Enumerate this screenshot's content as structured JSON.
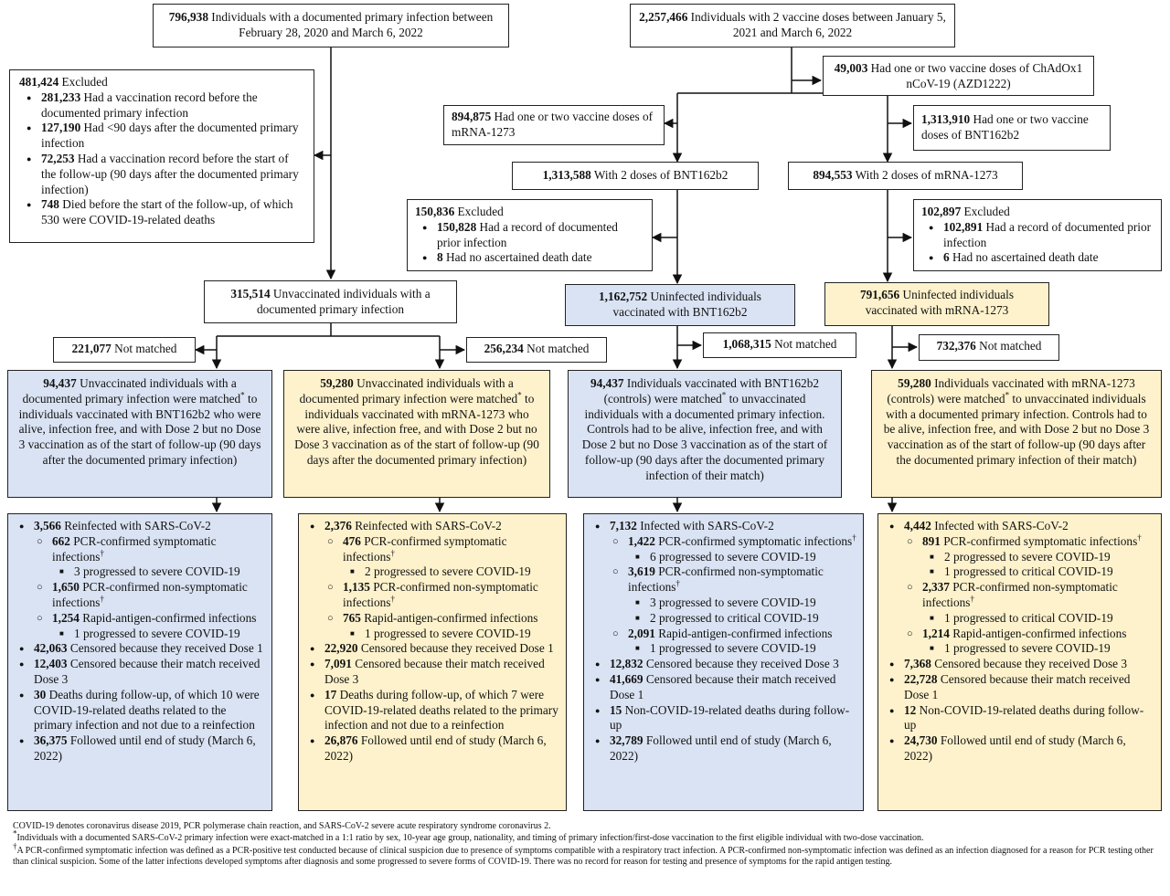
{
  "top_left": {
    "num": "796,938",
    "text": " Individuals with a documented primary infection between February 28, 2020 and March 6, 2022"
  },
  "top_right": {
    "num": "2,257,466",
    "text": " Individuals with 2 vaccine doses between January 5, 2021 and March 6, 2022"
  },
  "chadox": {
    "num": "49,003",
    "text": " Had one or two vaccine doses of ChAdOx1 nCoV-19 (AZD1222)"
  },
  "excluded_left": {
    "num": "481,424",
    "title": " Excluded",
    "items": [
      {
        "num": "281,233",
        "text": " Had a vaccination record before the documented primary infection"
      },
      {
        "num": "127,190",
        "text": " Had <90 days after the documented primary infection"
      },
      {
        "num": "72,253",
        "text": " Had a vaccination record before the start of the follow-up (90 days after the documented primary infection)"
      },
      {
        "num": "748",
        "text": " Died before the start of the follow-up, of which 530 were COVID-19-related deaths"
      }
    ]
  },
  "mrna_any": {
    "num": "894,875",
    "text": " Had one or two vaccine doses of mRNA-1273"
  },
  "bnt_any": {
    "num": "1,313,910",
    "text": " Had one or two vaccine doses of BNT162b2"
  },
  "bnt_two": {
    "num": "1,313,588",
    "text": " With 2 doses of BNT162b2"
  },
  "mrna_two": {
    "num": "894,553",
    "text": " With 2 doses of mRNA-1273"
  },
  "excl_bnt": {
    "num": "150,836",
    "title": " Excluded",
    "items": [
      {
        "num": "150,828",
        "text": " Had a record of documented prior infection"
      },
      {
        "num": "8",
        "text": " Had no ascertained death date"
      }
    ]
  },
  "excl_mrna": {
    "num": "102,897",
    "title": " Excluded",
    "items": [
      {
        "num": "102,891",
        "text": " Had a record of documented prior infection"
      },
      {
        "num": "6",
        "text": " Had no ascertained death date"
      }
    ]
  },
  "unvacc": {
    "num": "315,514",
    "text": " Unvaccinated individuals with a documented primary infection"
  },
  "uninf_bnt": {
    "num": "1,162,752",
    "text": " Uninfected individuals vaccinated with BNT162b2"
  },
  "uninf_mrna": {
    "num": "791,656",
    "text": " Uninfected individuals vaccinated with mRNA-1273"
  },
  "nm1": {
    "num": "221,077",
    "text": " Not matched"
  },
  "nm2": {
    "num": "256,234",
    "text": " Not matched"
  },
  "nm3": {
    "num": "1,068,315",
    "text": " Not matched"
  },
  "nm4": {
    "num": "732,376",
    "text": " Not matched"
  },
  "match1": {
    "num": "94,437",
    "pre": " Unvaccinated individuals with a documented primary infection were matched",
    "sup": "*",
    "post": " to individuals vaccinated with BNT162b2 who were alive, infection free, and with Dose 2 but no Dose 3 vaccination as of the start of follow-up (90 days after the documented primary infection)"
  },
  "match2": {
    "num": "59,280",
    "pre": " Unvaccinated individuals with a documented primary infection were matched",
    "sup": "*",
    "post": " to individuals vaccinated with mRNA-1273 who were alive, infection free, and with Dose 2 but no Dose 3 vaccination as of the start of follow-up (90 days after the documented primary infection)"
  },
  "match3": {
    "num": "94,437",
    "pre": " Individuals vaccinated with BNT162b2 (controls) were matched",
    "sup": "*",
    "post": " to unvaccinated individuals with a documented primary infection. Controls had to be alive, infection free, and with Dose 2 but no Dose 3 vaccination as of the start of follow-up (90 days after the documented primary infection of their match)"
  },
  "match4": {
    "num": "59,280",
    "pre": " Individuals vaccinated with mRNA-1273 (controls) were matched",
    "sup": "*",
    "post": " to unvaccinated individuals with a documented primary infection. Controls had to be alive, infection free, and with Dose 2 but no Dose 3 vaccination as of the start of follow-up (90 days after the documented primary infection of their match)"
  },
  "out1": [
    {
      "lvl": 1,
      "num": "3,566",
      "text": " Reinfected with SARS-CoV-2"
    },
    {
      "lvl": 2,
      "num": "662",
      "text": " PCR-confirmed symptomatic infections",
      "sup": "†"
    },
    {
      "lvl": 3,
      "num": "",
      "text": "3 progressed to severe COVID-19"
    },
    {
      "lvl": 2,
      "num": "1,650",
      "text": " PCR-confirmed non-symptomatic infections",
      "sup": "†"
    },
    {
      "lvl": 2,
      "num": "1,254",
      "text": " Rapid-antigen-confirmed infections"
    },
    {
      "lvl": 3,
      "num": "",
      "text": "1 progressed to severe COVID-19"
    },
    {
      "lvl": 1,
      "num": "42,063",
      "text": " Censored because they received Dose 1"
    },
    {
      "lvl": 1,
      "num": "12,403",
      "text": " Censored because their match received Dose 3"
    },
    {
      "lvl": 1,
      "num": "30",
      "text": " Deaths during follow-up, of which 10 were COVID-19-related deaths related to the primary infection and not due to a reinfection"
    },
    {
      "lvl": 1,
      "num": "36,375",
      "text": " Followed until end of study (March 6, 2022)"
    }
  ],
  "out2": [
    {
      "lvl": 1,
      "num": "2,376",
      "text": " Reinfected with SARS-CoV-2"
    },
    {
      "lvl": 2,
      "num": "476",
      "text": " PCR-confirmed symptomatic infections",
      "sup": "†"
    },
    {
      "lvl": 3,
      "num": "",
      "text": "2 progressed to severe COVID-19"
    },
    {
      "lvl": 2,
      "num": "1,135",
      "text": " PCR-confirmed non-symptomatic infections",
      "sup": "†"
    },
    {
      "lvl": 2,
      "num": "765",
      "text": " Rapid-antigen-confirmed infections"
    },
    {
      "lvl": 3,
      "num": "",
      "text": "1 progressed to severe COVID-19"
    },
    {
      "lvl": 1,
      "num": "22,920",
      "text": " Censored because they received Dose 1"
    },
    {
      "lvl": 1,
      "num": "7,091",
      "text": " Censored because their match received Dose 3"
    },
    {
      "lvl": 1,
      "num": "17",
      "text": " Deaths during follow-up, of which 7 were COVID-19-related deaths related to the primary infection and not due to a reinfection"
    },
    {
      "lvl": 1,
      "num": "26,876",
      "text": " Followed until end of study (March 6, 2022)"
    }
  ],
  "out3": [
    {
      "lvl": 1,
      "num": "7,132",
      "text": " Infected with SARS-CoV-2"
    },
    {
      "lvl": 2,
      "num": "1,422",
      "text": " PCR-confirmed symptomatic infections",
      "sup": "†"
    },
    {
      "lvl": 3,
      "num": "",
      "text": "6 progressed to severe COVID-19"
    },
    {
      "lvl": 2,
      "num": "3,619",
      "text": " PCR-confirmed non-symptomatic infections",
      "sup": "†"
    },
    {
      "lvl": 3,
      "num": "",
      "text": "3 progressed to severe COVID-19"
    },
    {
      "lvl": 3,
      "num": "",
      "text": "2 progressed to critical COVID-19"
    },
    {
      "lvl": 2,
      "num": "2,091",
      "text": " Rapid-antigen-confirmed infections"
    },
    {
      "lvl": 3,
      "num": "",
      "text": "1 progressed to severe COVID-19"
    },
    {
      "lvl": 1,
      "num": "12,832",
      "text": " Censored because they received Dose 3"
    },
    {
      "lvl": 1,
      "num": "41,669",
      "text": " Censored because their match received Dose 1"
    },
    {
      "lvl": 1,
      "num": "15",
      "text": " Non-COVID-19-related deaths during follow-up"
    },
    {
      "lvl": 1,
      "num": "32,789",
      "text": " Followed until end of study (March 6, 2022)"
    }
  ],
  "out4": [
    {
      "lvl": 1,
      "num": "4,442",
      "text": " Infected with SARS-CoV-2"
    },
    {
      "lvl": 2,
      "num": "891",
      "text": " PCR-confirmed symptomatic infections",
      "sup": "†"
    },
    {
      "lvl": 3,
      "num": "",
      "text": "2 progressed to severe COVID-19"
    },
    {
      "lvl": 3,
      "num": "",
      "text": "1 progressed to critical COVID-19"
    },
    {
      "lvl": 2,
      "num": "2,337",
      "text": " PCR-confirmed non-symptomatic infections",
      "sup": "†"
    },
    {
      "lvl": 3,
      "num": "",
      "text": "1 progressed to critical COVID-19"
    },
    {
      "lvl": 2,
      "num": "1,214",
      "text": " Rapid-antigen-confirmed infections"
    },
    {
      "lvl": 3,
      "num": "",
      "text": "1 progressed to severe COVID-19"
    },
    {
      "lvl": 1,
      "num": "7,368",
      "text": " Censored because they received Dose 3"
    },
    {
      "lvl": 1,
      "num": "22,728",
      "text": " Censored because their match received Dose 1"
    },
    {
      "lvl": 1,
      "num": "12",
      "text": " Non-COVID-19-related deaths during follow-up"
    },
    {
      "lvl": 1,
      "num": "24,730",
      "text": " Followed until end of study (March 6, 2022)"
    }
  ],
  "footnotes": {
    "f1": "COVID-19 denotes coronavirus disease 2019, PCR polymerase chain reaction, and SARS-CoV-2 severe acute respiratory syndrome coronavirus 2.",
    "f2_sym": "*",
    "f2": "Individuals with a documented SARS-CoV-2 primary infection were exact-matched in a 1:1 ratio by sex, 10-year age group, nationality, and timing of primary infection/first-dose vaccination to the first eligible individual with two-dose vaccination.",
    "f3_sym": "†",
    "f3": "A PCR-confirmed symptomatic infection was defined as a PCR-positive test conducted because of clinical suspicion due to presence of symptoms compatible with a respiratory tract infection. A PCR-confirmed non-symptomatic infection was defined as an infection diagnosed for a reason for PCR testing other than clinical suspicion. Some of the latter infections developed symptoms after diagnosis and some progressed to severe forms of COVID-19. There was no record for reason for testing and presence of symptoms for the rapid antigen testing."
  }
}
